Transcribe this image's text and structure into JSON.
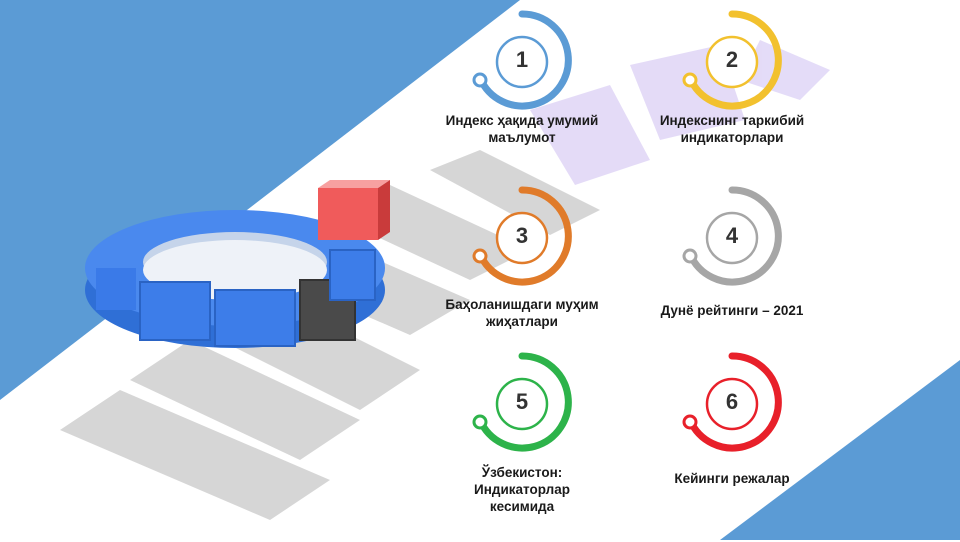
{
  "colors": {
    "background_blue": "#5b9bd5",
    "ring_blue": "#5b9bd5",
    "ring_yellow": "#f2c12e",
    "ring_orange": "#e07b2a",
    "ring_gray": "#a6a6a6",
    "ring_green": "#2db34a",
    "ring_red": "#e8202a"
  },
  "items": [
    {
      "number": "1",
      "label": "Индекс ҳақида умумий\nмаълумот",
      "color": "#5b9bd5"
    },
    {
      "number": "2",
      "label": "Индекснинг таркибий\nиндикаторлари",
      "color": "#f2c12e"
    },
    {
      "number": "3",
      "label": "Баҳоланишдаги муҳим\nжиҳатлари",
      "color": "#e07b2a"
    },
    {
      "number": "4",
      "label": "Дунё рейтинги – 2021",
      "color": "#a6a6a6"
    },
    {
      "number": "5",
      "label": "Ўзбекистон:\nИндикаторлар\nкесимида",
      "color": "#2db34a"
    },
    {
      "number": "6",
      "label": "Кейинги режалар",
      "color": "#e8202a"
    }
  ]
}
